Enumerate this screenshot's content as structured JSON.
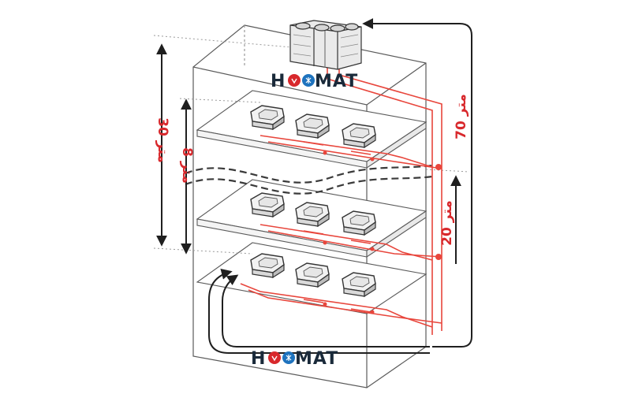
{
  "logo": {
    "letter_h": "H",
    "letters_mat": "MAT",
    "mark_colors": {
      "left": "#d8282c",
      "right": "#1e73be"
    }
  },
  "dimensions": {
    "total_height": "30 متر",
    "floor_gap": "8 متر",
    "pipe_length": "70 متر",
    "riser_height": "20 متر"
  },
  "colors": {
    "pipe": "#e8463c",
    "building_line": "#5a5a5a",
    "arrow": "#1f1f1f"
  },
  "icons": {
    "outdoor_unit": "vrf-outdoor-unit-icon",
    "indoor_unit": "cassette-indoor-unit-icon"
  }
}
